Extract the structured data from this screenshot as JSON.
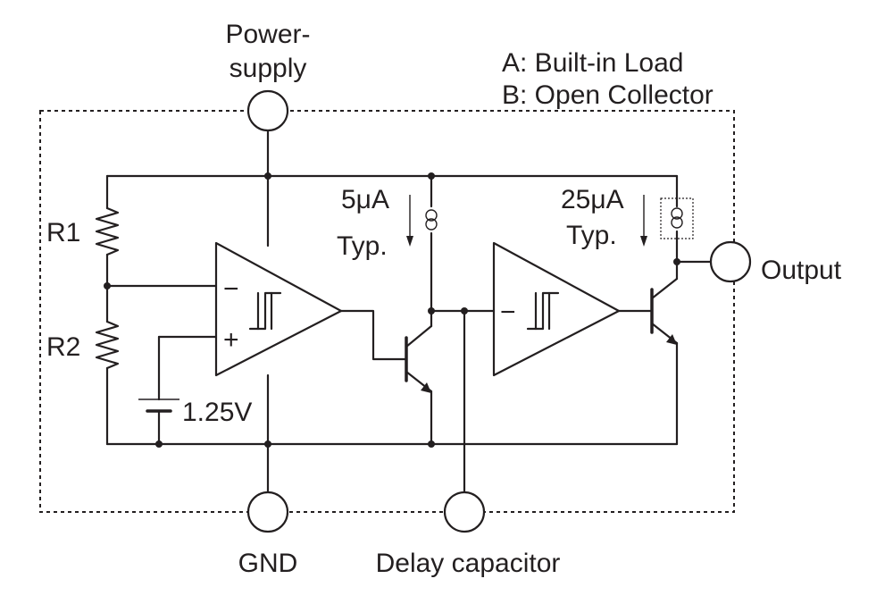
{
  "labels": {
    "power_supply_line1": "Power-",
    "power_supply_line2": "supply",
    "legend_a": "A: Built-in Load",
    "legend_b": "B: Open Collector",
    "r1": "R1",
    "r2": "R2",
    "reference_voltage": "1.25V",
    "current_source_1_value": "5μA",
    "current_source_1_typ": "Typ.",
    "current_source_2_value": "25μA",
    "current_source_2_typ": "Typ.",
    "output": "Output",
    "gnd": "GND",
    "delay_capacitor": "Delay capacitor",
    "comparator1_minus": "−",
    "comparator1_plus": "+",
    "comparator2_minus": "−"
  }
}
